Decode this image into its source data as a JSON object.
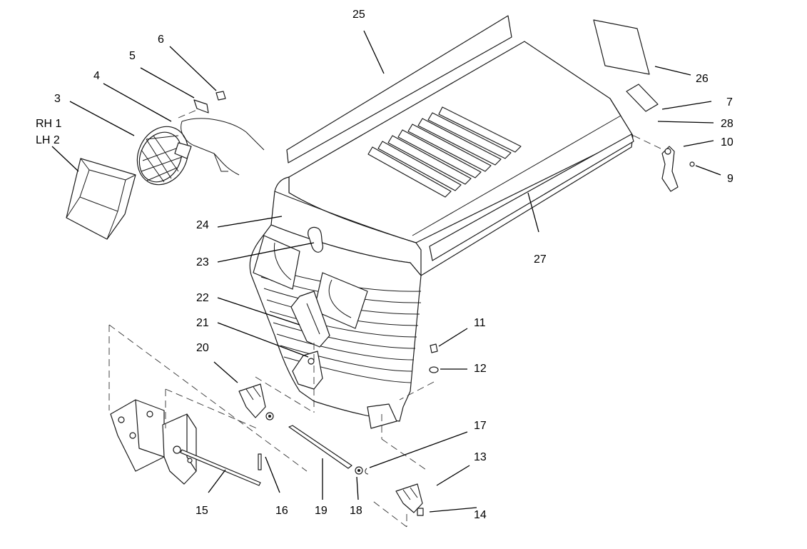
{
  "callouts": {
    "c1": "RH 1",
    "c2": "LH 2",
    "c3": "3",
    "c4": "4",
    "c5": "5",
    "c6": "6",
    "c7": "7",
    "c9": "9",
    "c10": "10",
    "c11": "11",
    "c12": "12",
    "c13": "13",
    "c14": "14",
    "c15": "15",
    "c16": "16",
    "c17": "17",
    "c18": "18",
    "c19": "19",
    "c20": "20",
    "c21": "21",
    "c22": "22",
    "c23": "23",
    "c24": "24",
    "c25": "25",
    "c26": "26",
    "c27": "27",
    "c28": "28"
  },
  "colors": {
    "line": "#1a1a1a",
    "background": "#ffffff"
  }
}
